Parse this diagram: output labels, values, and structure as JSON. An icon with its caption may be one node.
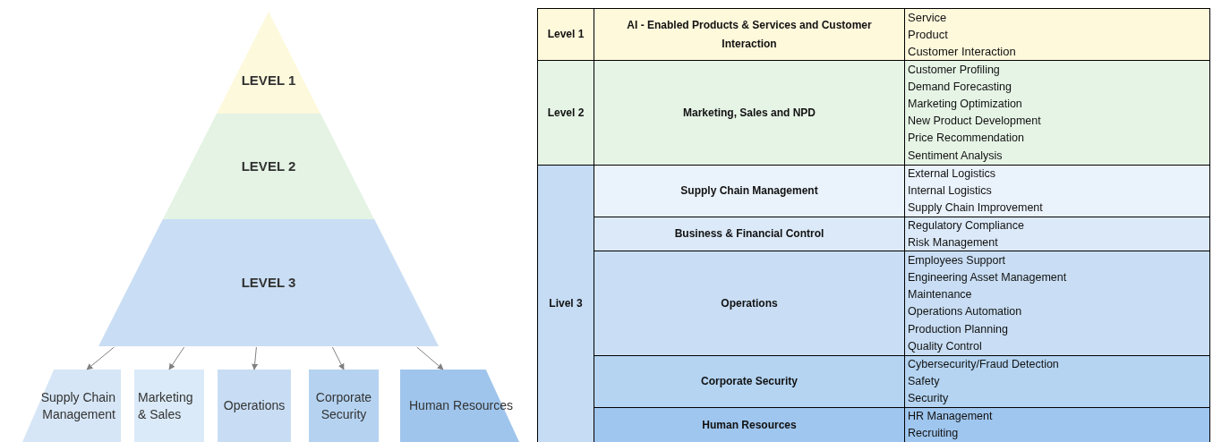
{
  "diagram": {
    "nodes": [
      {
        "text": [
          "LEVEL 1"
        ]
      },
      {
        "text": [
          "LEVEL 2"
        ]
      },
      {
        "text": [
          "LEVEL 3"
        ]
      },
      {
        "text": [
          "Supply Chain Management"
        ]
      },
      {
        "text": [
          "Marketing & Sales"
        ]
      },
      {
        "text": [
          "Operations"
        ]
      },
      {
        "text": [
          "Corporate Security"
        ]
      },
      {
        "text": [
          "Human Resources"
        ]
      }
    ],
    "edges": [
      {
        "from": 2,
        "to": 3,
        "arrow": "to"
      },
      {
        "from": 2,
        "to": 4,
        "arrow": "to"
      },
      {
        "from": 2,
        "to": 5,
        "arrow": "to"
      },
      {
        "from": 2,
        "to": 6,
        "arrow": "to"
      },
      {
        "from": 2,
        "to": 7,
        "arrow": "to"
      }
    ],
    "labels": [
      "Level 1",
      "AI - Enabled Products & Services and Customer Interaction",
      "Service",
      "Product",
      "Customer Interaction",
      "Level 2",
      "Marketing, Sales and NPD",
      "Customer Profiling",
      "Demand Forecasting",
      "Marketing Optimization",
      "New Product Development",
      "Price Recommendation",
      "Sentiment Analysis",
      "Livel 3",
      "Supply Chain Management",
      "External Logistics",
      "Internal Logistics",
      "Supply Chain Improvement",
      "Business & Financial Control",
      "Regulatory Compliance",
      "Risk Management",
      "Operations",
      "Employees Support",
      "Engineering Asset Management",
      "Maintenance",
      "Operations Automation",
      "Production Planning",
      "Quality Control",
      "Corporate Security",
      "Cybersecurity/Fraud Detection",
      "Safety",
      "Security",
      "Human Resources",
      "HR Management",
      "Recruiting"
    ]
  }
}
